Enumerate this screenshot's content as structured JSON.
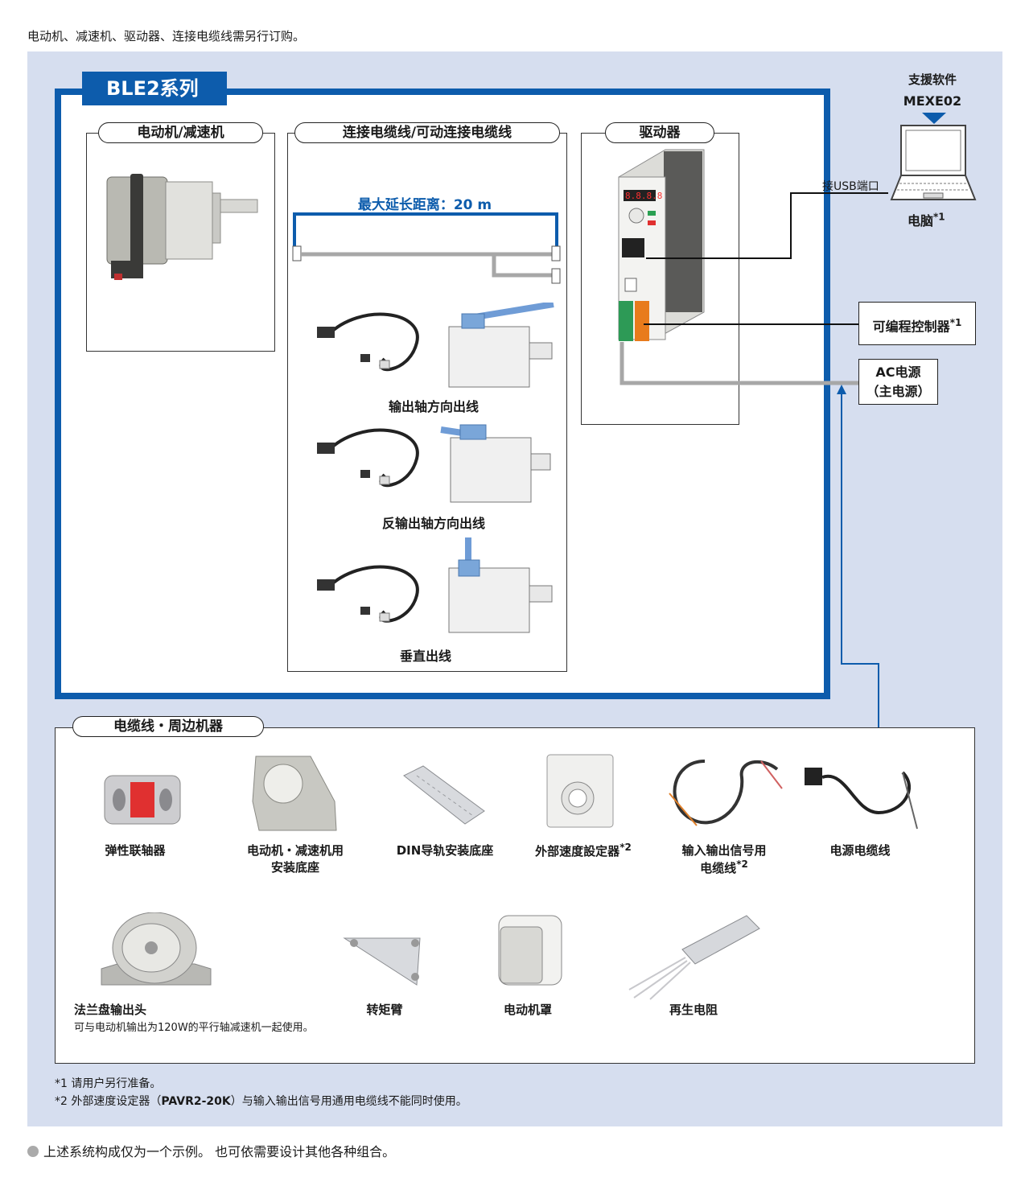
{
  "intro_text": "电动机、减速机、驱动器、连接电缆线需另行订购。",
  "series": {
    "title": "BLE2系列",
    "motor_section_title": "电动机/减速机",
    "cable_section_title": "连接电缆线/可动连接电缆线",
    "driver_section_title": "驱动器",
    "max_distance": "最大延长距离：20 m",
    "cable_types": [
      "输出轴方向出线",
      "反输出轴方向出线",
      "垂直出线"
    ]
  },
  "support_software": {
    "line1": "支援软件",
    "line2": "MEXE02",
    "usb_label": "接USB端口",
    "pc_label": "电脑",
    "pc_note": "*1"
  },
  "plc": {
    "label": "可编程控制器",
    "note": "*1"
  },
  "ac_power": {
    "line1": "AC电源",
    "line2": "（主电源）"
  },
  "accessories": {
    "title": "电缆线・周边机器",
    "row1": [
      {
        "label": "弹性联轴器",
        "note": ""
      },
      {
        "label": "电动机・减速机用\n安装底座",
        "note": ""
      },
      {
        "label": "DIN导轨安装底座",
        "note": ""
      },
      {
        "label": "外部速度設定器",
        "note": "*2"
      },
      {
        "label": "输入输出信号用\n电缆线",
        "note": "*2"
      },
      {
        "label": "电源电缆线",
        "note": ""
      }
    ],
    "row2": [
      {
        "label": "法兰盘输出头",
        "note": ""
      },
      {
        "label": "转矩臂",
        "note": ""
      },
      {
        "label": "电动机罩",
        "note": ""
      },
      {
        "label": "再生电阻",
        "note": ""
      }
    ],
    "flange_desc": "可与电动机输出为120W的平行轴减速机一起使用。"
  },
  "notes": {
    "n1_mark": "*1",
    "n1_text": "请用户另行准备。",
    "n2_mark": "*2",
    "n2_text_a": "外部速度设定器（",
    "n2_model": "PAVR2-20K",
    "n2_text_b": "）与输入输出信号用通用电缆线不能同时使用。"
  },
  "footer": "上述系统构成仅为一个示例。 也可依需要设计其他各种组合。",
  "colors": {
    "brand_blue": "#0d5cac",
    "panel_bg": "#d6deef",
    "led_red": "#e02020"
  }
}
